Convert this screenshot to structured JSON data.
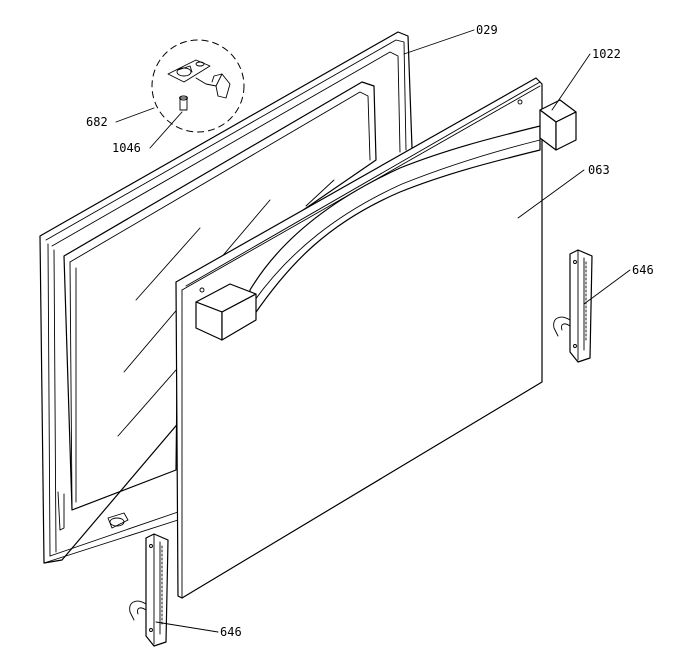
{
  "diagram": {
    "labels": {
      "outer_door_frame": "029",
      "handle_end_cap": "1022",
      "door_panel": "063",
      "hinge_right": "646",
      "hinge_left": "646",
      "clip_detail": "682",
      "screw": "1046"
    }
  }
}
